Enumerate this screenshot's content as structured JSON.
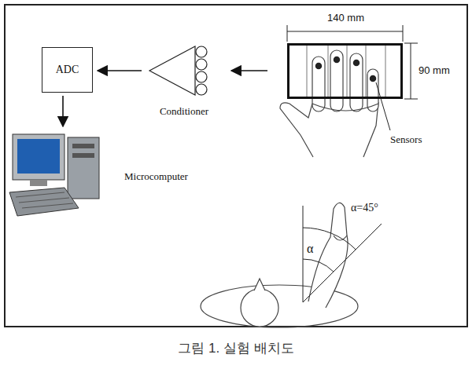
{
  "diagram": {
    "caption": "그림 1. 실험 배치도",
    "nodes": [
      {
        "text": [
          "ADC"
        ]
      },
      {
        "text": [
          "Conditioner"
        ]
      },
      {
        "text": [
          "Sensors"
        ]
      },
      {
        "text": [
          "Microcomputer"
        ]
      }
    ],
    "edges": [
      {
        "from": 2,
        "to": 1,
        "arrow": "to"
      },
      {
        "from": 1,
        "to": 0,
        "arrow": "to"
      },
      {
        "from": 0,
        "to": 3,
        "arrow": "to"
      }
    ],
    "labels": [
      "140 mm",
      "90 mm",
      "α",
      "α=45°"
    ]
  }
}
